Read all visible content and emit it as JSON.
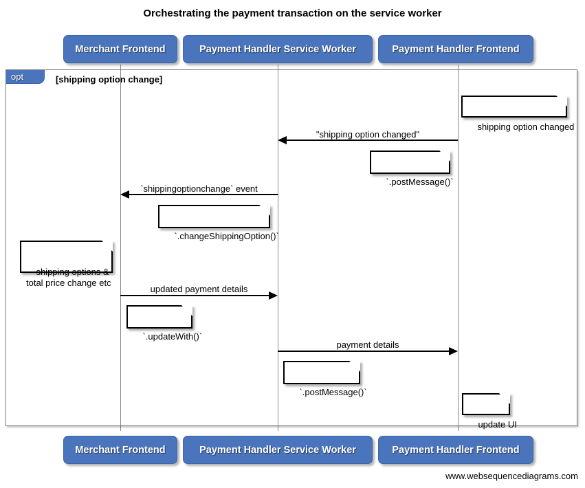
{
  "title": "Orchestrating the payment transaction on the service worker",
  "footer": "www.websequencediagrams.com",
  "colors": {
    "participant_fill": "#4a75bd",
    "participant_text": "#ffffff",
    "frame_border": "#7a7a7a",
    "line": "#000000",
    "lifeline": "#888888",
    "note_fill": "#ffffff"
  },
  "participants": [
    {
      "id": "merchant",
      "label": "Merchant Frontend"
    },
    {
      "id": "sw",
      "label": "Payment Handler Service Worker"
    },
    {
      "id": "phf",
      "label": "Payment Handler Frontend"
    }
  ],
  "participants_bottom": [
    {
      "id": "merchant",
      "label": "Merchant Frontend"
    },
    {
      "id": "sw",
      "label": "Payment Handler Service Worker"
    },
    {
      "id": "phf",
      "label": "Payment Handler Frontend"
    }
  ],
  "fragment": {
    "type": "opt",
    "tab_label": "opt",
    "condition": "[shipping option change]"
  },
  "messages": [
    {
      "id": "m1",
      "label": "\"shipping option changed\"",
      "from": "phf",
      "to": "sw",
      "direction": "left"
    },
    {
      "id": "m2",
      "label": "`shippingoptionchange` event",
      "from": "sw",
      "to": "merchant",
      "direction": "left"
    },
    {
      "id": "m3",
      "label": "updated payment details",
      "from": "merchant",
      "to": "sw",
      "direction": "right"
    },
    {
      "id": "m4",
      "label": "payment details",
      "from": "sw",
      "to": "phf",
      "direction": "right"
    }
  ],
  "notes": [
    {
      "id": "n1",
      "text": "shipping option changed",
      "over": "phf"
    },
    {
      "id": "n2",
      "text": "`.postMessage()`",
      "over": "phf"
    },
    {
      "id": "n3",
      "text": "`.changeShippingOption()`",
      "over": "sw"
    },
    {
      "id": "n4",
      "text": "shipping options &\ntotal price change etc",
      "over": "merchant"
    },
    {
      "id": "n5",
      "text": "`.updateWith()`",
      "over": "merchant"
    },
    {
      "id": "n6",
      "text": "`.postMessage()`",
      "over": "sw"
    },
    {
      "id": "n7",
      "text": "update UI",
      "over": "phf"
    }
  ]
}
